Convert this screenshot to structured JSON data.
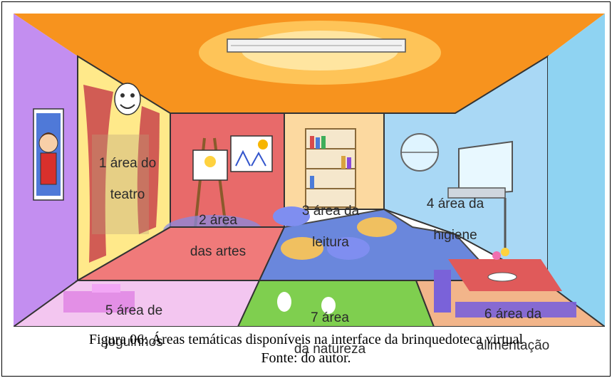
{
  "figure": {
    "caption": "Figura 06: Áreas temáticas disponíveis na interface da brinquedoteca virtual",
    "source": "Fonte: do autor."
  },
  "areas": [
    {
      "number": "1",
      "line1": "1  área do",
      "line2": "teatro"
    },
    {
      "number": "2",
      "line1": "2  área",
      "line2": "das artes"
    },
    {
      "number": "3",
      "line1": "3  área da",
      "line2": "leitura"
    },
    {
      "number": "4",
      "line1": "4  área da",
      "line2": "higiene"
    },
    {
      "number": "5",
      "line1": "5  área de",
      "line2": "joguinhos"
    },
    {
      "number": "6",
      "line1": "6  área da",
      "line2": "alimentação"
    },
    {
      "number": "7",
      "line1": "7  área",
      "line2": "da natureza"
    }
  ],
  "colors": {
    "ceiling": "#f7931e",
    "left_wall": "#c38ef0",
    "theater": "#ffe98a",
    "arts": "#e86a6a",
    "reading": "#fcd9a0",
    "hygiene": "#a9d8f5",
    "right_wall": "#8fd3f2",
    "floor_arts": "#f07a7a",
    "floor_reading": "#5a7bd9",
    "floor_games": "#f3c6f0",
    "floor_nature": "#7fcf4f",
    "floor_food": "#f2b58a"
  }
}
